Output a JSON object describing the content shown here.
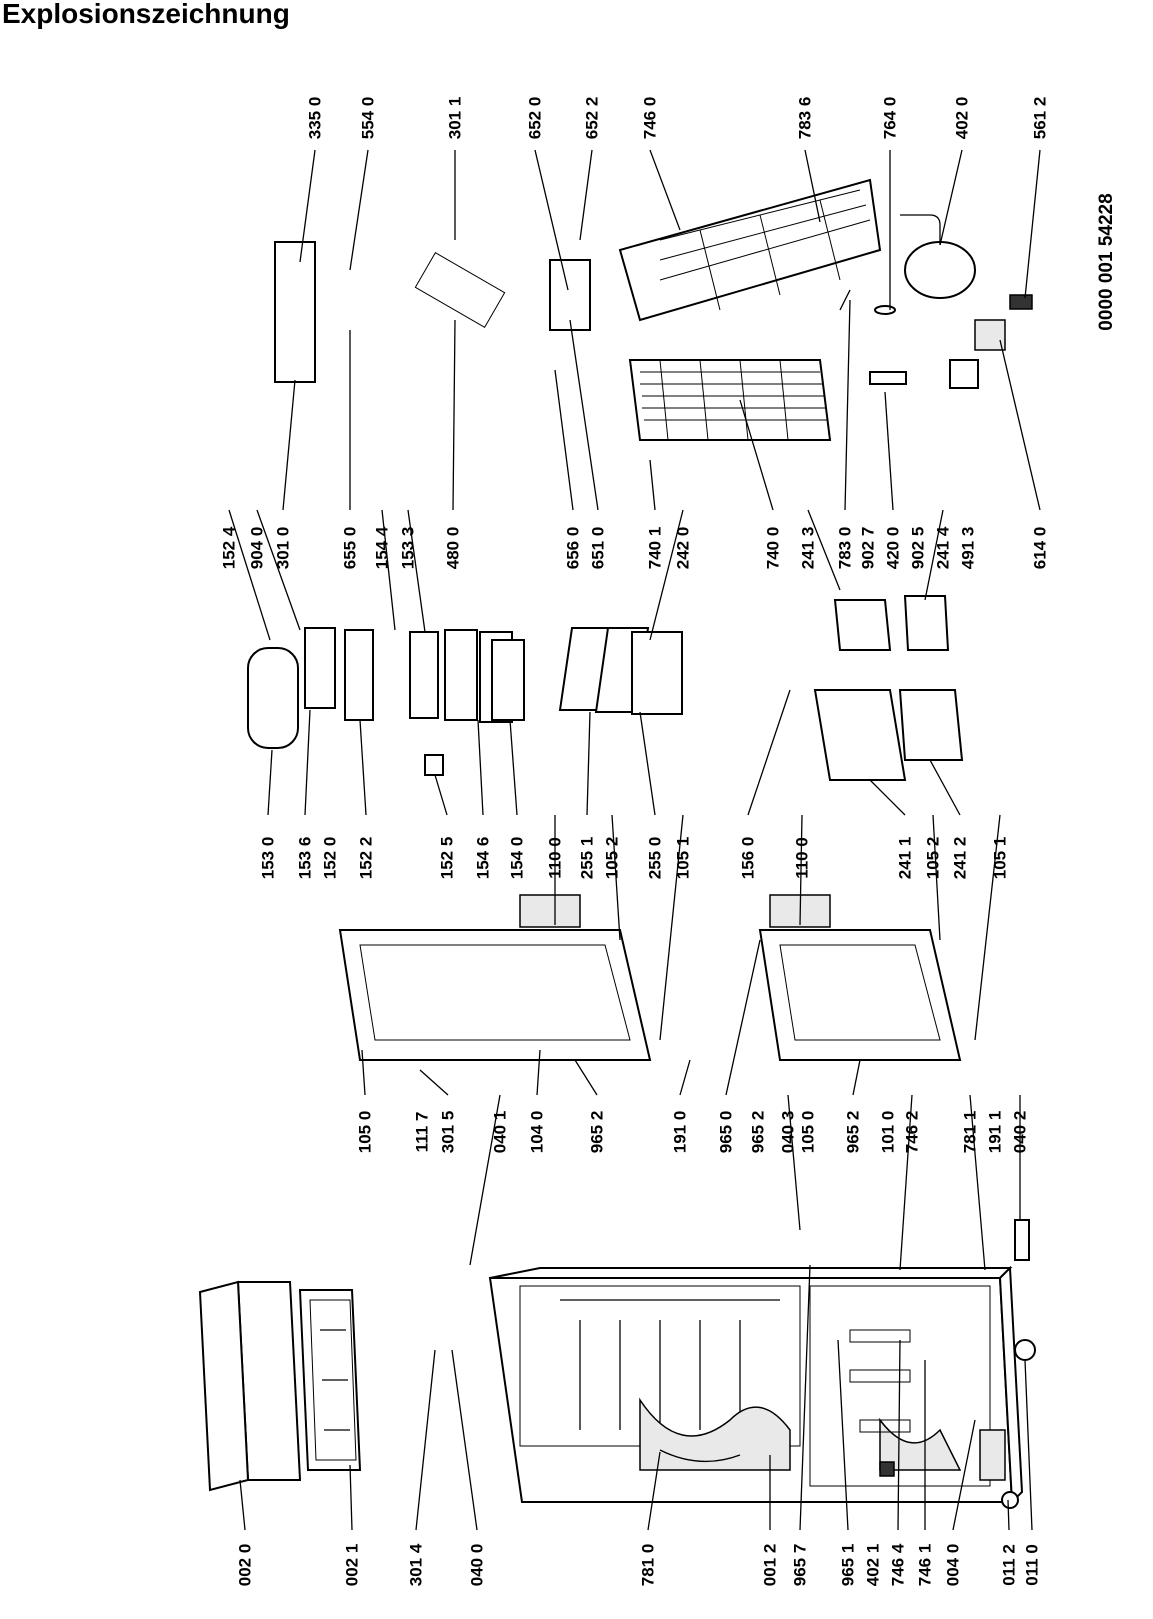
{
  "title": "Explosionszeichnung",
  "doc_number": "0000 001 54228",
  "part_labels": [
    "335 0",
    "554 0",
    "301 1",
    "652 0",
    "652 2",
    "746 0",
    "783 6",
    "764 0",
    "402 0",
    "561 2",
    "152 4",
    "904 0",
    "301 0",
    "655 0",
    "154 4",
    "153 3",
    "480 0",
    "656 0",
    "651 0",
    "740 1",
    "242 0",
    "740 0",
    "241 3",
    "783 0",
    "902 7",
    "420 0",
    "902 5",
    "241 4",
    "491 3",
    "614 0",
    "153 0",
    "153 6",
    "152 0",
    "152 2",
    "152 5",
    "154 6",
    "154 0",
    "110 0",
    "255 1",
    "105 2",
    "255 0",
    "105 1",
    "156 0",
    "110 0",
    "241 1",
    "105 2",
    "241 2",
    "105 1",
    "105 0",
    "111 7",
    "301 5",
    "040 1",
    "104 0",
    "965 2",
    "191 0",
    "965 0",
    "965 2",
    "040 3",
    "105 0",
    "965 2",
    "101 0",
    "746 2",
    "781 1",
    "191 1",
    "040 2",
    "002 0",
    "002 1",
    "301 4",
    "040 0",
    "781 0",
    "001 2",
    "965 7",
    "965 1",
    "402 1",
    "746 4",
    "746 1",
    "004 0",
    "011 2",
    "011 0"
  ]
}
